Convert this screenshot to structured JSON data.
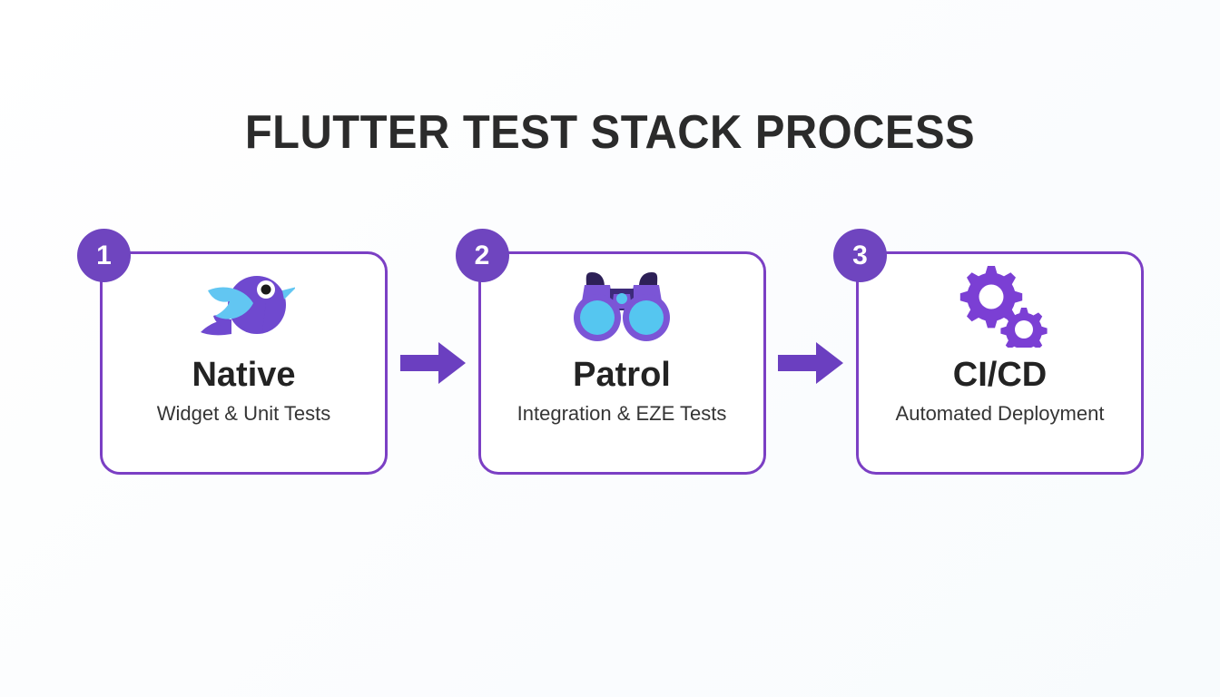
{
  "title": "FLUTTER TEST STACK PROCESS",
  "theme": {
    "background": "#fcfdfe",
    "card_border": "#7b3fc4",
    "badge_fill": "#6f45bf",
    "arrow_fill": "#6b3fc0",
    "title_color": "#2b2b2b",
    "card_title_color": "#232323",
    "card_sub_color": "#353535",
    "icon_purple": "#7b4fcf",
    "icon_purple_dark": "#5b35a8",
    "icon_blue": "#5cc8f5",
    "icon_cyan": "#55c6f0"
  },
  "flow": {
    "steps": [
      {
        "number": "1",
        "title": "Native",
        "subtitle": "Widget & Unit Tests",
        "icon": "bird-icon"
      },
      {
        "number": "2",
        "title": "Patrol",
        "subtitle": "Integration & EZE Tests",
        "icon": "binoculars-icon"
      },
      {
        "number": "3",
        "title": "CI/CD",
        "subtitle": "Automated Deployment",
        "icon": "gears-icon"
      }
    ],
    "connectors": [
      {
        "icon": "arrow-right-icon"
      },
      {
        "icon": "arrow-right-icon"
      }
    ]
  }
}
